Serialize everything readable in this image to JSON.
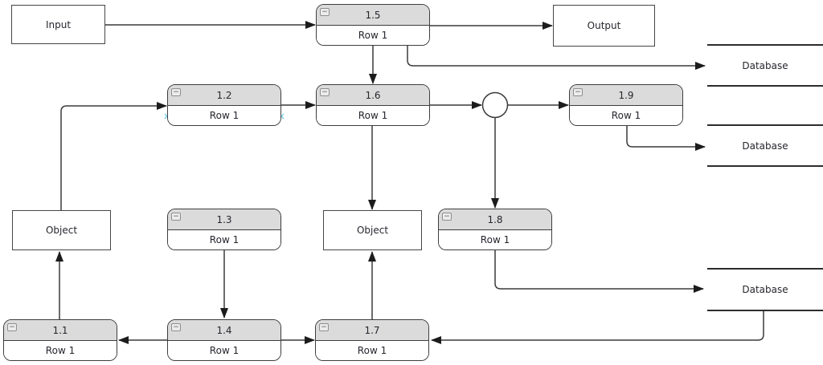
{
  "diagram": {
    "collapse_glyph": "−",
    "nodes": [
      {
        "id": "1.5",
        "row": "Row 1"
      },
      {
        "id": "1.2",
        "row": "Row 1"
      },
      {
        "id": "1.6",
        "row": "Row 1"
      },
      {
        "id": "1.9",
        "row": "Row 1"
      },
      {
        "id": "1.3",
        "row": "Row 1"
      },
      {
        "id": "1.8",
        "row": "Row 1"
      },
      {
        "id": "1.1",
        "row": "Row 1"
      },
      {
        "id": "1.4",
        "row": "Row 1"
      },
      {
        "id": "1.7",
        "row": "Row 1"
      }
    ],
    "entities": [
      {
        "label": "Input"
      },
      {
        "label": "Output"
      },
      {
        "label": "Object"
      },
      {
        "label": "Object"
      }
    ],
    "datastores": [
      {
        "label": "Database"
      },
      {
        "label": "Database"
      },
      {
        "label": "Database"
      }
    ],
    "edges": [
      {
        "from": "Input",
        "to": "1.5"
      },
      {
        "from": "1.5",
        "to": "Output"
      },
      {
        "from": "1.5",
        "to": "Database-1"
      },
      {
        "from": "1.5",
        "to": "1.6"
      },
      {
        "from": "Object-left",
        "to": "1.2"
      },
      {
        "from": "1.2",
        "to": "1.6"
      },
      {
        "from": "1.6",
        "to": "junction"
      },
      {
        "from": "junction",
        "to": "1.9"
      },
      {
        "from": "junction",
        "to": "1.8"
      },
      {
        "from": "1.6",
        "to": "Object-center"
      },
      {
        "from": "1.9",
        "to": "Database-2"
      },
      {
        "from": "1.8",
        "to": "Database-3"
      },
      {
        "from": "Database-3",
        "to": "1.7"
      },
      {
        "from": "1.4",
        "to": "1.1"
      },
      {
        "from": "1.4",
        "to": "1.7"
      },
      {
        "from": "1.3",
        "to": "1.4"
      },
      {
        "from": "1.1",
        "to": "Object-left"
      },
      {
        "from": "1.7",
        "to": "Object-center"
      }
    ],
    "colors": {
      "node_header": "#dbdbdb",
      "node_border": "#3d3d3d",
      "edge": "#3a3a3a",
      "text": "#26262e",
      "connection_marker": "#7bcde8"
    }
  }
}
